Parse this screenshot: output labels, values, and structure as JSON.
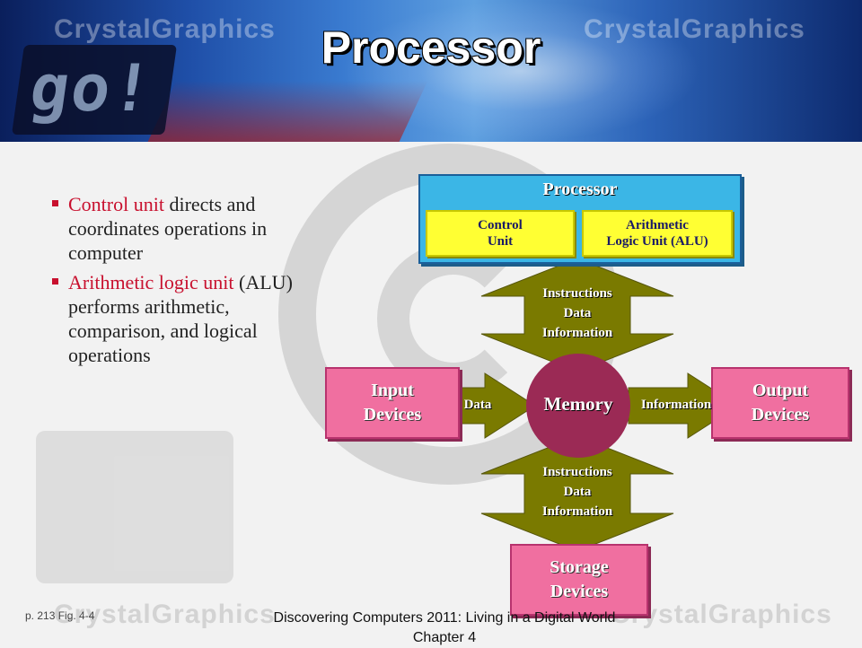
{
  "title": "Processor",
  "watermark": "CrystalGraphics",
  "banner_text": "go!",
  "bullets": [
    {
      "highlight": "Control unit",
      "rest": " directs and coordinates operations in computer"
    },
    {
      "highlight": "Arithmetic logic unit",
      "rest": " (ALU) performs arithmetic, comparison, and logical operations"
    }
  ],
  "diagram": {
    "processor_title": "Processor",
    "control_unit": "Control\nUnit",
    "alu": "Arithmetic\nLogic Unit (ALU)",
    "arrow_top": "Instructions\nData\nInformation",
    "arrow_bottom": "Instructions\nData\nInformation",
    "input": "Input\nDevices",
    "output": "Output\nDevices",
    "storage": "Storage\nDevices",
    "memory": "Memory",
    "data_arrow": "Data",
    "info_arrow": "Information"
  },
  "colors": {
    "accent_red": "#c8102e",
    "pink": "#f06fa0",
    "arrow": "#7a7a00",
    "processor_blue": "#3bb6e6",
    "yellow": "#ffff33"
  },
  "reference": "p. 213 Fig. 4-4",
  "footer": "Discovering Computers 2011: Living in a Digital World Chapter 4"
}
